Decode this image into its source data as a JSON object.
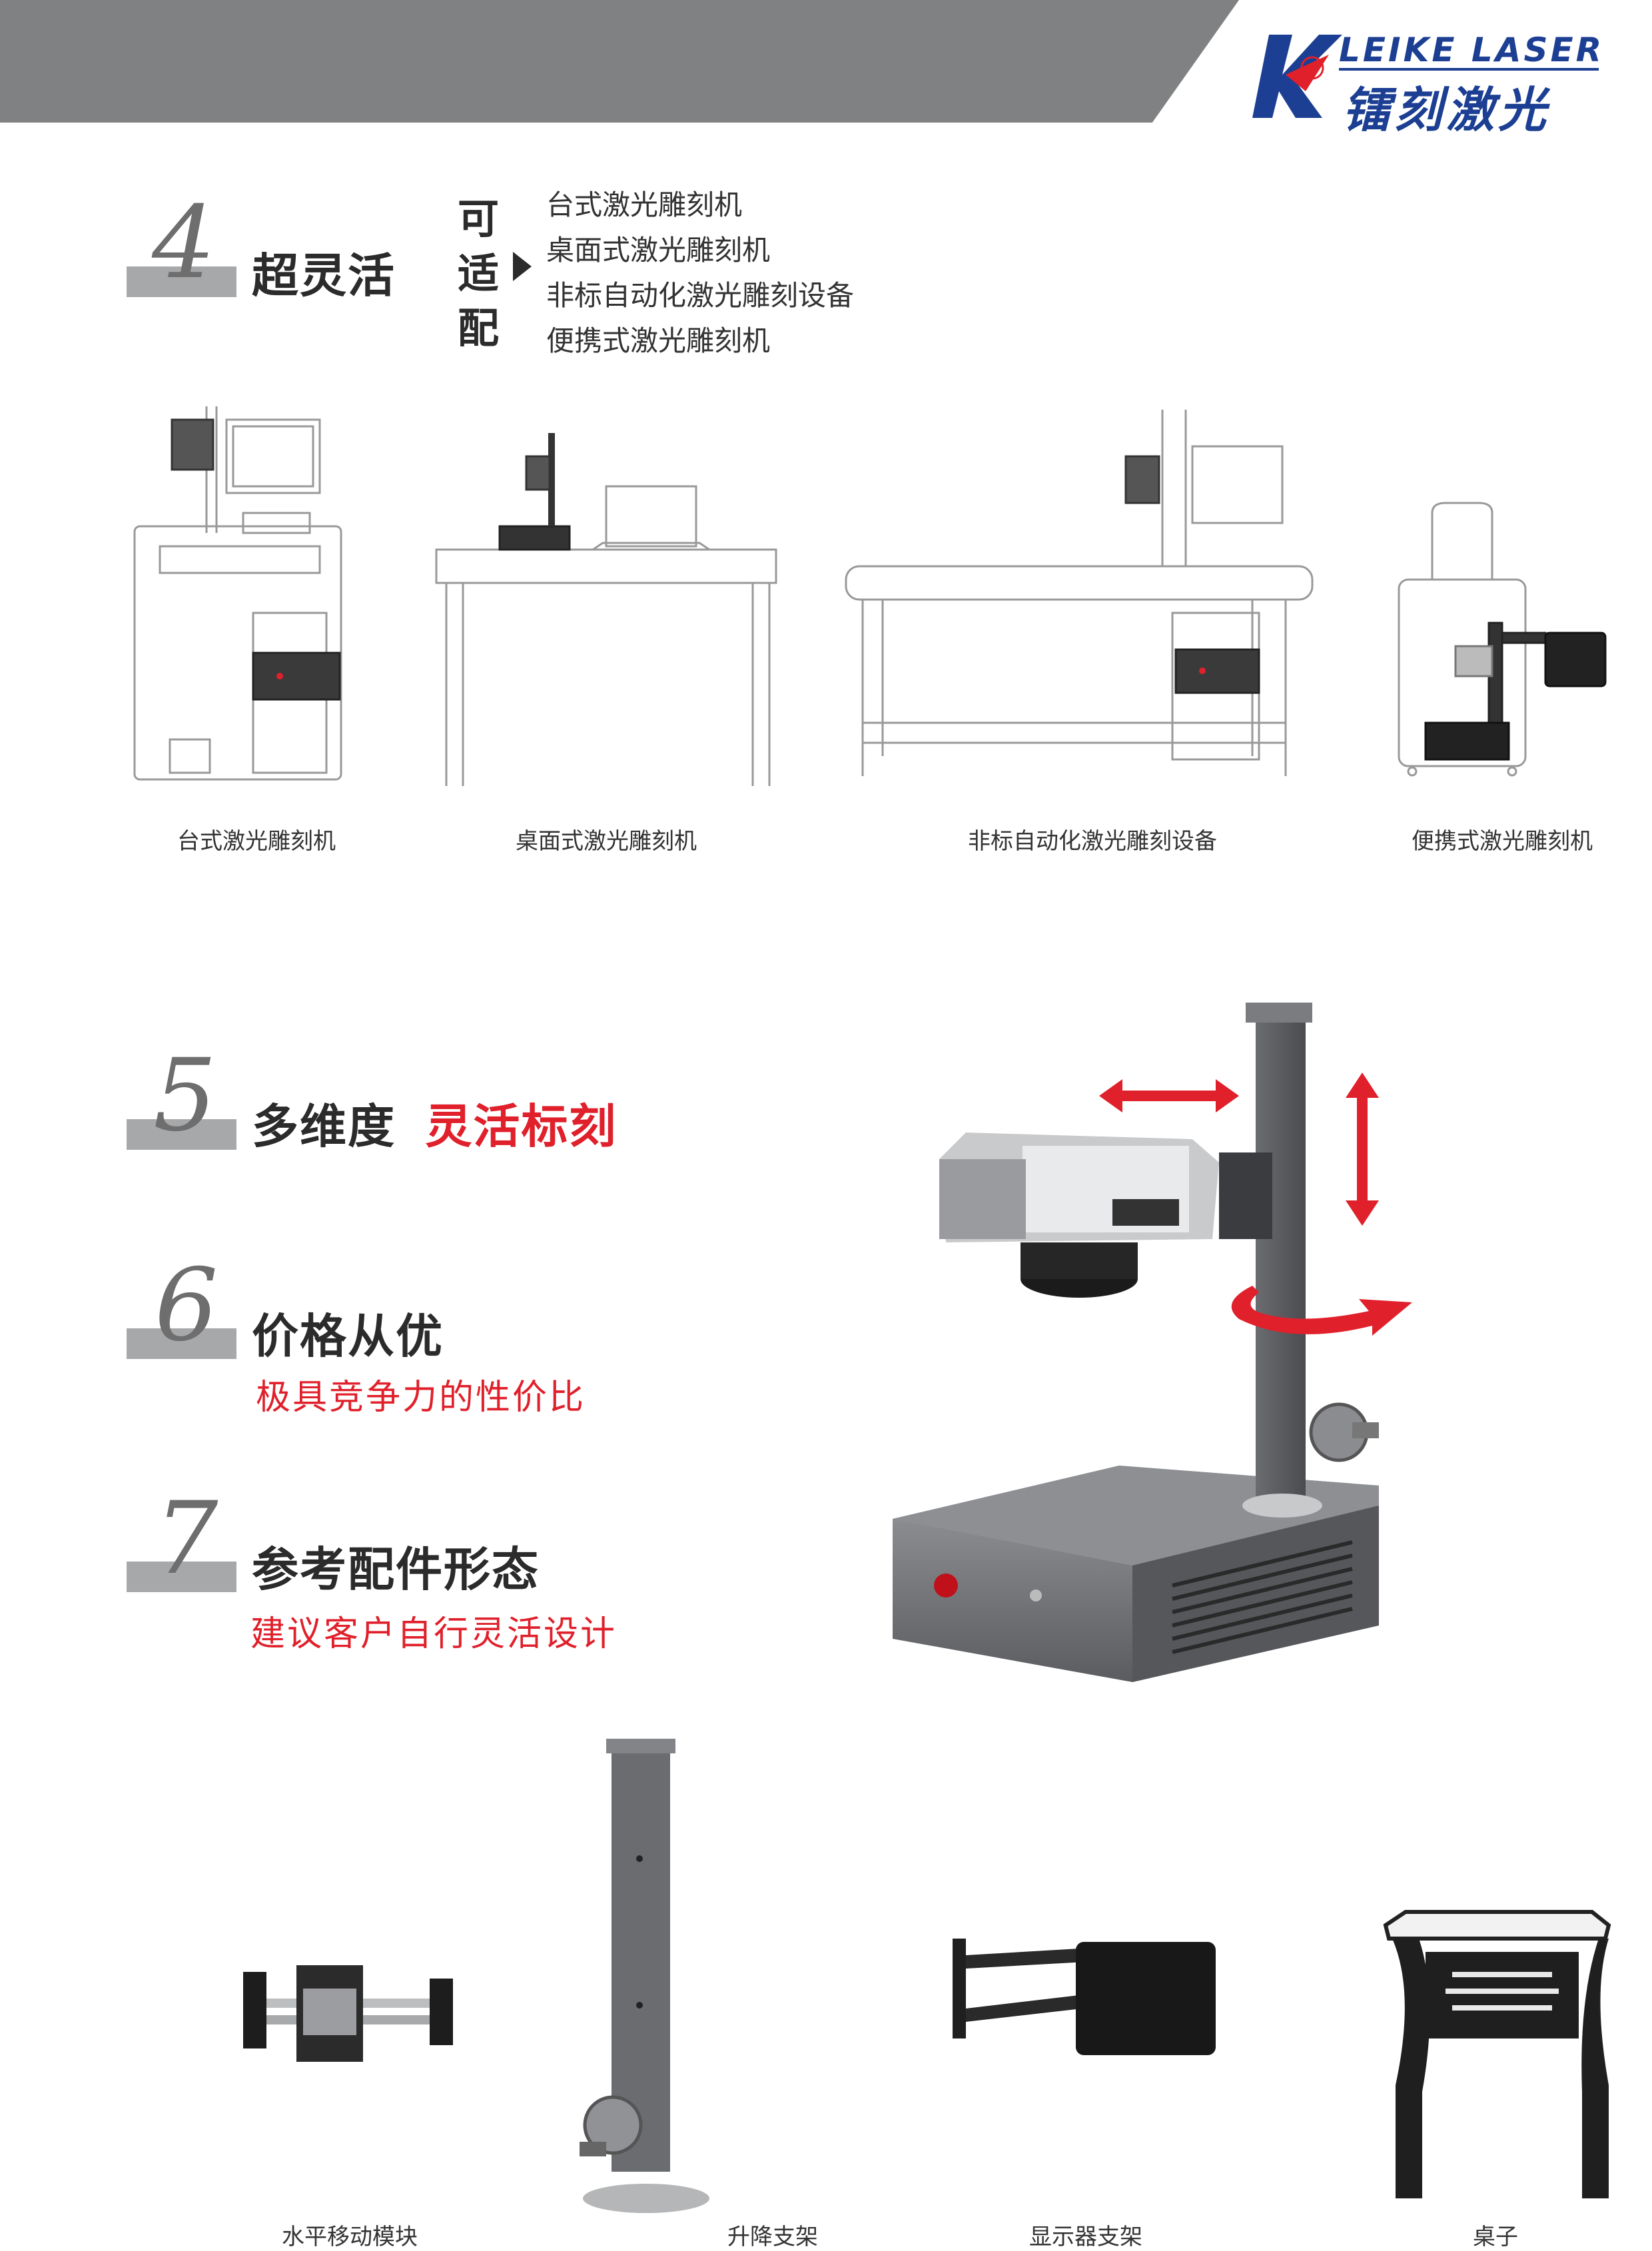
{
  "header": {
    "logo_en": "LEIKE LASER",
    "logo_cn": "镭刻激光",
    "brand_color": "#1c3f93"
  },
  "section4": {
    "number": "4",
    "title": "超灵活",
    "adapt_label": "可适配",
    "adapt_items": [
      "台式激光雕刻机",
      "桌面式激光雕刻机",
      "非标自动化激光雕刻设备",
      "便携式激光雕刻机"
    ],
    "machines": [
      {
        "label": "台式激光雕刻机"
      },
      {
        "label": "桌面式激光雕刻机"
      },
      {
        "label": "非标自动化激光雕刻设备"
      },
      {
        "label": "便携式激光雕刻机"
      }
    ]
  },
  "section5": {
    "number": "5",
    "title_black": "多维度",
    "title_red": "灵活标刻"
  },
  "section6": {
    "number": "6",
    "title": "价格从优",
    "subtitle": "极具竞争力的性价比"
  },
  "section7": {
    "number": "7",
    "title": "参考配件形态",
    "subtitle": "建议客户自行灵活设计",
    "accessories": [
      {
        "label": "水平移动模块"
      },
      {
        "label": "升降支架"
      },
      {
        "label": "显示器支架"
      },
      {
        "label": "桌子"
      }
    ]
  },
  "colors": {
    "accent_red": "#e0202b",
    "header_grey": "#7f8183",
    "number_block_grey": "#a7a8aa"
  }
}
